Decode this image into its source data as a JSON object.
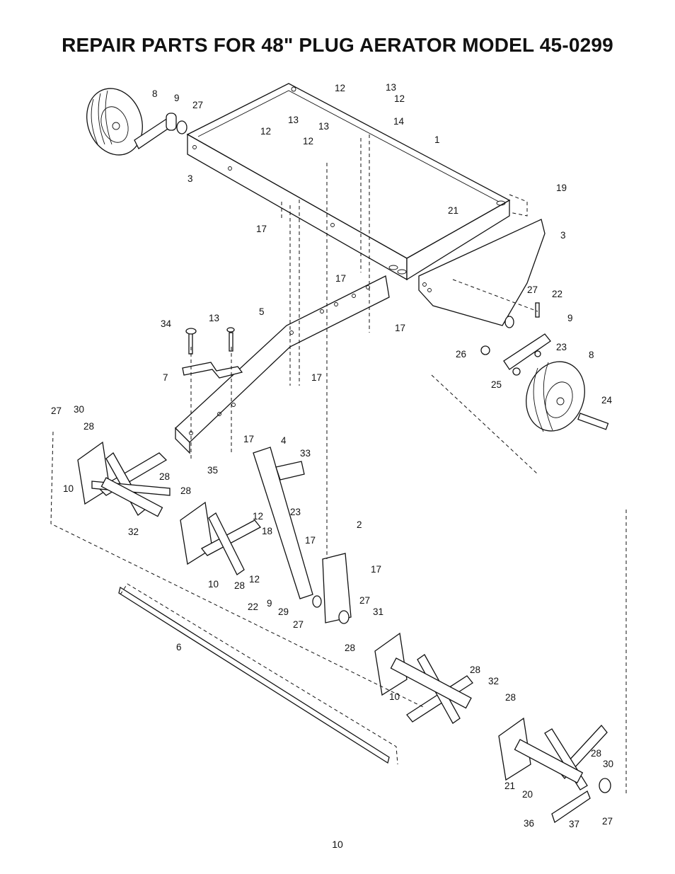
{
  "title": "REPAIR PARTS FOR 48\" PLUG AERATOR  MODEL 45-0299",
  "page_number": "10",
  "callouts": [
    {
      "id": "c1",
      "text": "8"
    },
    {
      "id": "c2",
      "text": "9"
    },
    {
      "id": "c3",
      "text": "27"
    },
    {
      "id": "c4",
      "text": "3"
    },
    {
      "id": "c5",
      "text": "12"
    },
    {
      "id": "c6",
      "text": "13"
    },
    {
      "id": "c7",
      "text": "12"
    },
    {
      "id": "c8",
      "text": "13"
    },
    {
      "id": "c9",
      "text": "13"
    },
    {
      "id": "c10",
      "text": "12"
    },
    {
      "id": "c11",
      "text": "12"
    },
    {
      "id": "c12",
      "text": "14"
    },
    {
      "id": "c13",
      "text": "1"
    },
    {
      "id": "c14",
      "text": "19"
    },
    {
      "id": "c15",
      "text": "21"
    },
    {
      "id": "c16",
      "text": "17"
    },
    {
      "id": "c17",
      "text": "3"
    },
    {
      "id": "c18",
      "text": "17"
    },
    {
      "id": "c19",
      "text": "27"
    },
    {
      "id": "c20",
      "text": "22"
    },
    {
      "id": "c21",
      "text": "5"
    },
    {
      "id": "c22",
      "text": "9"
    },
    {
      "id": "c23",
      "text": "34"
    },
    {
      "id": "c24",
      "text": "13"
    },
    {
      "id": "c25",
      "text": "17"
    },
    {
      "id": "c26",
      "text": "26"
    },
    {
      "id": "c27",
      "text": "23"
    },
    {
      "id": "c28",
      "text": "8"
    },
    {
      "id": "c29",
      "text": "7"
    },
    {
      "id": "c30",
      "text": "17"
    },
    {
      "id": "c31",
      "text": "25"
    },
    {
      "id": "c32",
      "text": "24"
    },
    {
      "id": "c33",
      "text": "27"
    },
    {
      "id": "c34",
      "text": "30"
    },
    {
      "id": "c35",
      "text": "28"
    },
    {
      "id": "c36",
      "text": "17"
    },
    {
      "id": "c37",
      "text": "4"
    },
    {
      "id": "c38",
      "text": "33"
    },
    {
      "id": "c39",
      "text": "35"
    },
    {
      "id": "c40",
      "text": "10"
    },
    {
      "id": "c41",
      "text": "28"
    },
    {
      "id": "c42",
      "text": "28"
    },
    {
      "id": "c43",
      "text": "32"
    },
    {
      "id": "c44",
      "text": "12"
    },
    {
      "id": "c45",
      "text": "23"
    },
    {
      "id": "c46",
      "text": "18"
    },
    {
      "id": "c47",
      "text": "2"
    },
    {
      "id": "c48",
      "text": "17"
    },
    {
      "id": "c49",
      "text": "17"
    },
    {
      "id": "c50",
      "text": "10"
    },
    {
      "id": "c51",
      "text": "28"
    },
    {
      "id": "c52",
      "text": "12"
    },
    {
      "id": "c53",
      "text": "22"
    },
    {
      "id": "c54",
      "text": "9"
    },
    {
      "id": "c55",
      "text": "29"
    },
    {
      "id": "c56",
      "text": "27"
    },
    {
      "id": "c57",
      "text": "27"
    },
    {
      "id": "c58",
      "text": "31"
    },
    {
      "id": "c59",
      "text": "6"
    },
    {
      "id": "c60",
      "text": "28"
    },
    {
      "id": "c61",
      "text": "28"
    },
    {
      "id": "c62",
      "text": "32"
    },
    {
      "id": "c63",
      "text": "10"
    },
    {
      "id": "c64",
      "text": "28"
    },
    {
      "id": "c65",
      "text": "28"
    },
    {
      "id": "c66",
      "text": "30"
    },
    {
      "id": "c67",
      "text": "21"
    },
    {
      "id": "c68",
      "text": "20"
    },
    {
      "id": "c69",
      "text": "36"
    },
    {
      "id": "c70",
      "text": "37"
    },
    {
      "id": "c71",
      "text": "27"
    }
  ]
}
